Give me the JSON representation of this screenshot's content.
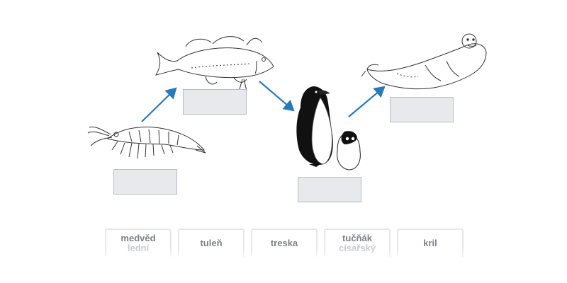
{
  "title": "",
  "organisms": [
    "krill-drawing",
    "fish-drawing",
    "penguin-drawing",
    "seal-drawing"
  ],
  "word_bank": [
    {
      "line1": "medvěd",
      "line2": "lední"
    },
    {
      "line1": "tuleň",
      "line2": ""
    },
    {
      "line1": "treska",
      "line2": ""
    },
    {
      "line1": "tučňák",
      "line2": "císařský"
    },
    {
      "line1": "kril",
      "line2": ""
    }
  ],
  "arrow_color": "#2a78b8",
  "drop_zone_color": "#e7e9ec"
}
